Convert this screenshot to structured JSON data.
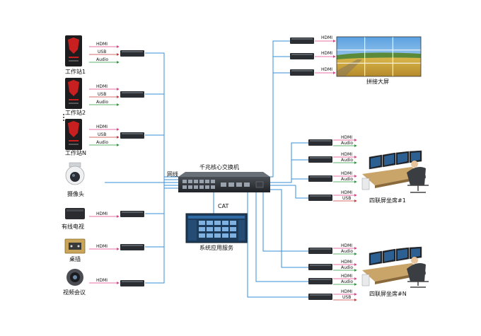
{
  "left_sources": [
    {
      "label": "工作站1",
      "signals": [
        "HDMI",
        "USB",
        "Audio"
      ]
    },
    {
      "label": "工作站2",
      "signals": [
        "HDMI",
        "USB",
        "Audio"
      ]
    },
    {
      "label": "工作站N",
      "signals": [
        "HDMI",
        "USB",
        "Audio"
      ]
    },
    {
      "label": "摄像头",
      "signals": []
    },
    {
      "label": "有线电视",
      "signals": [
        "HDMI"
      ]
    },
    {
      "label": "桌插",
      "signals": [
        "HDMI"
      ]
    },
    {
      "label": "视频会议",
      "signals": [
        "HDMI"
      ]
    }
  ],
  "switch": {
    "label": "千兆核心交换机"
  },
  "network_label": "网线",
  "cat_label": "CAT",
  "server": {
    "label": "系统应用服务"
  },
  "video_wall": {
    "label": "拼接大屏",
    "signals": [
      "HDMI",
      "HDMI",
      "HDMI"
    ]
  },
  "seats": [
    {
      "label": "四联屏坐席#1",
      "signals": [
        "HDMI",
        "Audio",
        "HDMI",
        "Audio",
        "HDMI",
        "Audio",
        "HDMI",
        "USB"
      ]
    },
    {
      "label": "四联屏坐席#N",
      "signals": [
        "HDMI",
        "Audio",
        "HDMI",
        "Audio",
        "HDMI",
        "Audio",
        "HDMI",
        "USB"
      ]
    }
  ],
  "colors": {
    "network": "#3a8fd8",
    "hdmi": "#e0408a",
    "usb": "#c83b3b",
    "audio": "#2a9a3a"
  }
}
